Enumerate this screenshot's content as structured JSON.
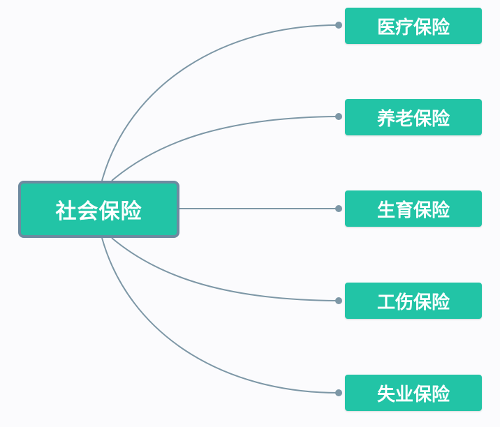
{
  "root": {
    "label": "社会保险"
  },
  "children": [
    {
      "label": "医疗保险"
    },
    {
      "label": "养老保险"
    },
    {
      "label": "生育保险"
    },
    {
      "label": "工伤保险"
    },
    {
      "label": "失业保险"
    }
  ],
  "colors": {
    "node_fill": "#22c4a6",
    "node_text": "#ffffff",
    "root_border": "#6e8aa0",
    "connector": "#7d97a6",
    "background": "#fbfbfd"
  }
}
